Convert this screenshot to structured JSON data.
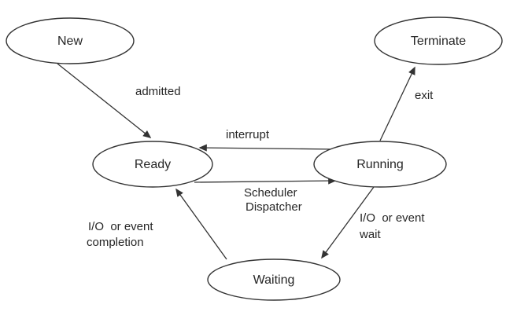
{
  "diagram": {
    "type": "state-transition-diagram",
    "background_color": "#ffffff",
    "line_color": "#333333",
    "text_color": "#262626",
    "nodes": {
      "new": {
        "label": "New"
      },
      "terminate": {
        "label": "Terminate"
      },
      "ready": {
        "label": "Ready"
      },
      "running": {
        "label": "Running"
      },
      "waiting": {
        "label": "Waiting"
      }
    },
    "edges": {
      "admitted": {
        "label": "admitted",
        "from": "New",
        "to": "Ready"
      },
      "exit": {
        "label": "exit",
        "from": "Running",
        "to": "Terminate"
      },
      "interrupt": {
        "label": "interrupt",
        "from": "Running",
        "to": "Ready"
      },
      "dispatch": {
        "lines": [
          "Scheduler",
          "Dispatcher"
        ],
        "from": "Ready",
        "to": "Running"
      },
      "io_wait": {
        "lines": [
          "I/O  or event",
          "wait"
        ],
        "from": "Running",
        "to": "Waiting"
      },
      "io_completion": {
        "lines": [
          "I/O  or event",
          "completion"
        ],
        "from": "Waiting",
        "to": "Ready"
      }
    }
  }
}
